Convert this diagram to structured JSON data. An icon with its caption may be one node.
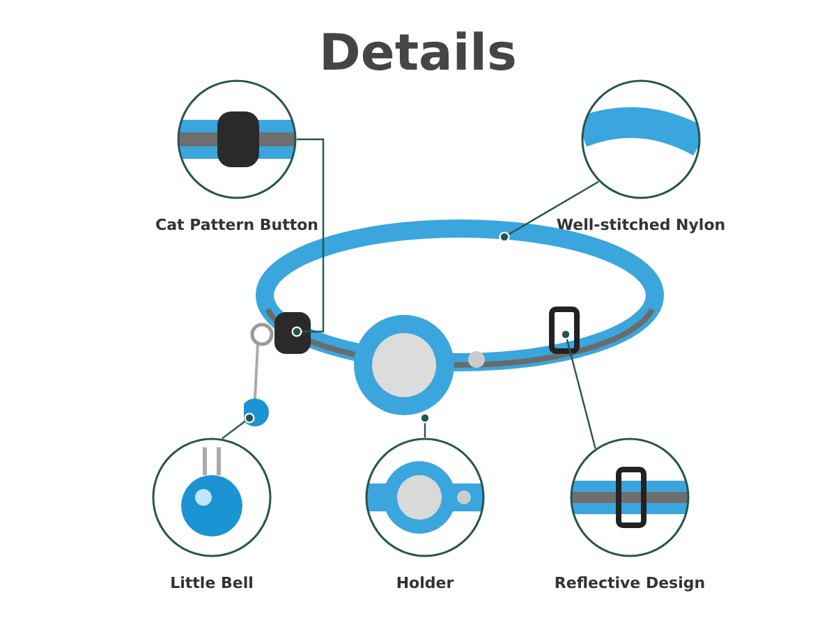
{
  "diagram": {
    "title": "Details",
    "nodes": [
      {
        "text": [
          "Cat Pattern Button"
        ]
      },
      {
        "text": [
          "Well-stitched Nylon"
        ]
      },
      {
        "text": [],
        "shape": "picture"
      },
      {
        "text": [
          "Little Bell"
        ]
      },
      {
        "text": [
          "Holder"
        ]
      },
      {
        "text": [
          "Reflective Design"
        ]
      }
    ],
    "edges": [
      {
        "from": 0,
        "to": 2,
        "arrow": "other"
      },
      {
        "from": 1,
        "to": 2,
        "arrow": "other"
      },
      {
        "from": 3,
        "to": 2,
        "arrow": "other"
      },
      {
        "from": 4,
        "to": 2,
        "arrow": "other"
      },
      {
        "from": 5,
        "to": 2,
        "arrow": "other"
      }
    ]
  }
}
